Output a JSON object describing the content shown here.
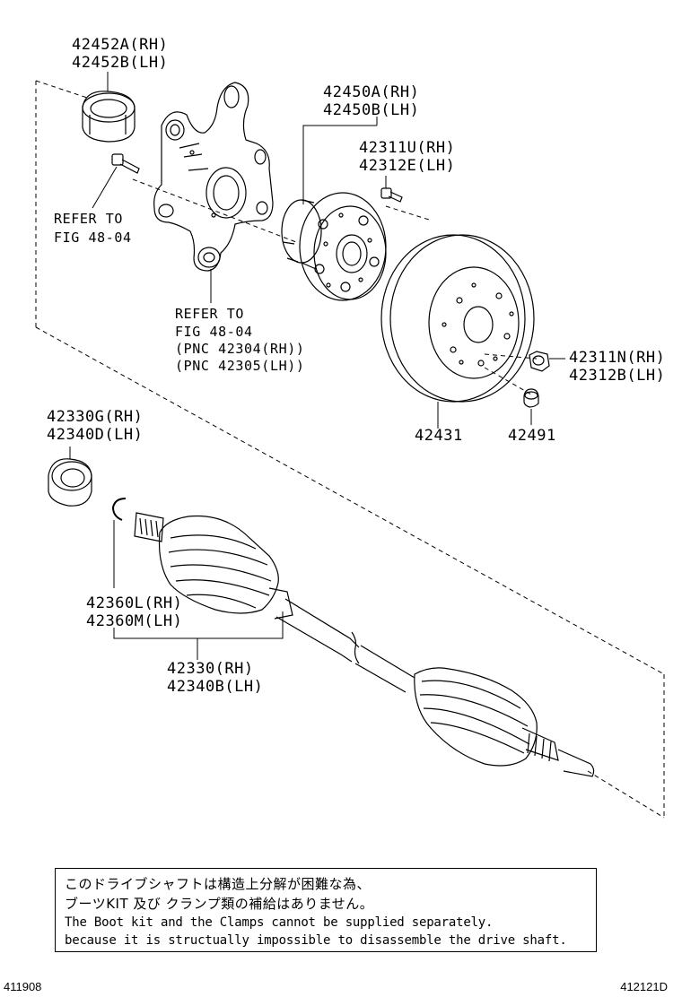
{
  "labels": {
    "p42452": [
      "42452A(RH)",
      "42452B(LH)"
    ],
    "p42450": [
      "42450A(RH)",
      "42450B(LH)"
    ],
    "p4231x_bolt": [
      "42311U(RH)",
      "42312E(LH)"
    ],
    "refer1": [
      "REFER TO",
      "FIG 48-04"
    ],
    "refer2": [
      "REFER TO",
      "FIG 48-04",
      "(PNC 42304(RH))",
      "(PNC 42305(LH))"
    ],
    "p4231x_nut": [
      "42311N(RH)",
      "42312B(LH)"
    ],
    "p42431": "42431",
    "p42491": "42491",
    "p42330g": [
      "42330G(RH)",
      "42340D(LH)"
    ],
    "p42360": [
      "42360L(RH)",
      "42360M(LH)"
    ],
    "p42330": [
      "42330(RH)",
      "42340B(LH)"
    ]
  },
  "note": {
    "jp_line1": "このドライブシャフトは構造上分解が困難な為、",
    "jp_line2": "ブーツKIT 及び クランプ類の補給はありません。",
    "en_line1": "The Boot kit and the Clamps cannot be supplied separately.",
    "en_line2": "because it is structually impossible to disassemble the drive shaft."
  },
  "footer": {
    "left_code": "411908",
    "right_code": "412121D"
  }
}
